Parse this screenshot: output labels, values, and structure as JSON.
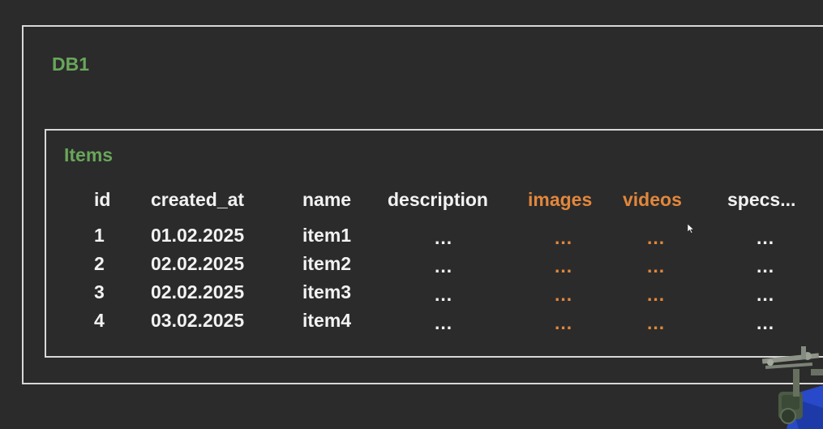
{
  "db": {
    "title": "DB1",
    "table": {
      "title": "Items",
      "columns": [
        {
          "label": "id",
          "highlight": false
        },
        {
          "label": "created_at",
          "highlight": false
        },
        {
          "label": "name",
          "highlight": false
        },
        {
          "label": "description",
          "highlight": false
        },
        {
          "label": "images",
          "highlight": true
        },
        {
          "label": "videos",
          "highlight": true
        },
        {
          "label": "specs...",
          "highlight": false
        }
      ],
      "rows": [
        {
          "id": "1",
          "created_at": "01.02.2025",
          "name": "item1",
          "description": "...",
          "images": "...",
          "videos": "...",
          "specs": "..."
        },
        {
          "id": "2",
          "created_at": "02.02.2025",
          "name": "item2",
          "description": "...",
          "images": "...",
          "videos": "...",
          "specs": "..."
        },
        {
          "id": "3",
          "created_at": "02.02.2025",
          "name": "item3",
          "description": "...",
          "images": "...",
          "videos": "...",
          "specs": "..."
        },
        {
          "id": "4",
          "created_at": "03.02.2025",
          "name": "item4",
          "description": "...",
          "images": "...",
          "videos": "...",
          "specs": "..."
        }
      ]
    }
  },
  "colors": {
    "background": "#2b2b2b",
    "border": "#d8d8d8",
    "title_green": "#69a65a",
    "text": "#f2f2f2",
    "highlight_orange": "#e2873c"
  },
  "icons": {
    "cursor": "mouse-pointer-icon",
    "camera": "camera-gimbal-icon"
  }
}
